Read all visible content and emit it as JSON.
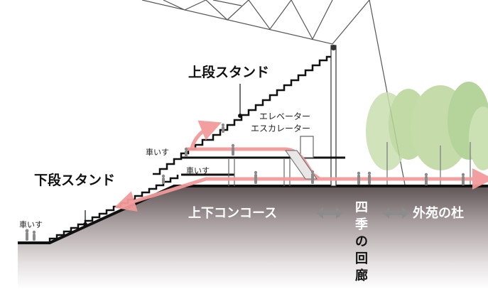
{
  "labels": {
    "upper_stand": "上段スタンド",
    "lower_stand": "下段スタンド",
    "elevator": "エレベーター",
    "escalator": "エスカレーター",
    "wheelchair_upper": "車いす",
    "wheelchair_mid": "車いす",
    "wheelchair_lower": "車いす",
    "concourse": "上下コンコース",
    "four_seasons_path": [
      "四",
      "季",
      "の",
      "回",
      "廊"
    ],
    "outer_garden": "外苑の杜"
  },
  "colors": {
    "ground_top": "#5a5052",
    "ground_bottom": "#ffffff",
    "flow_arrow": "#f39a9a",
    "two_way_arrow": "#8a8a8a",
    "structure": "#111111",
    "tree": "#b9d49a"
  },
  "icons": [
    "two-way-arrow-icon",
    "two-way-arrow-icon"
  ]
}
